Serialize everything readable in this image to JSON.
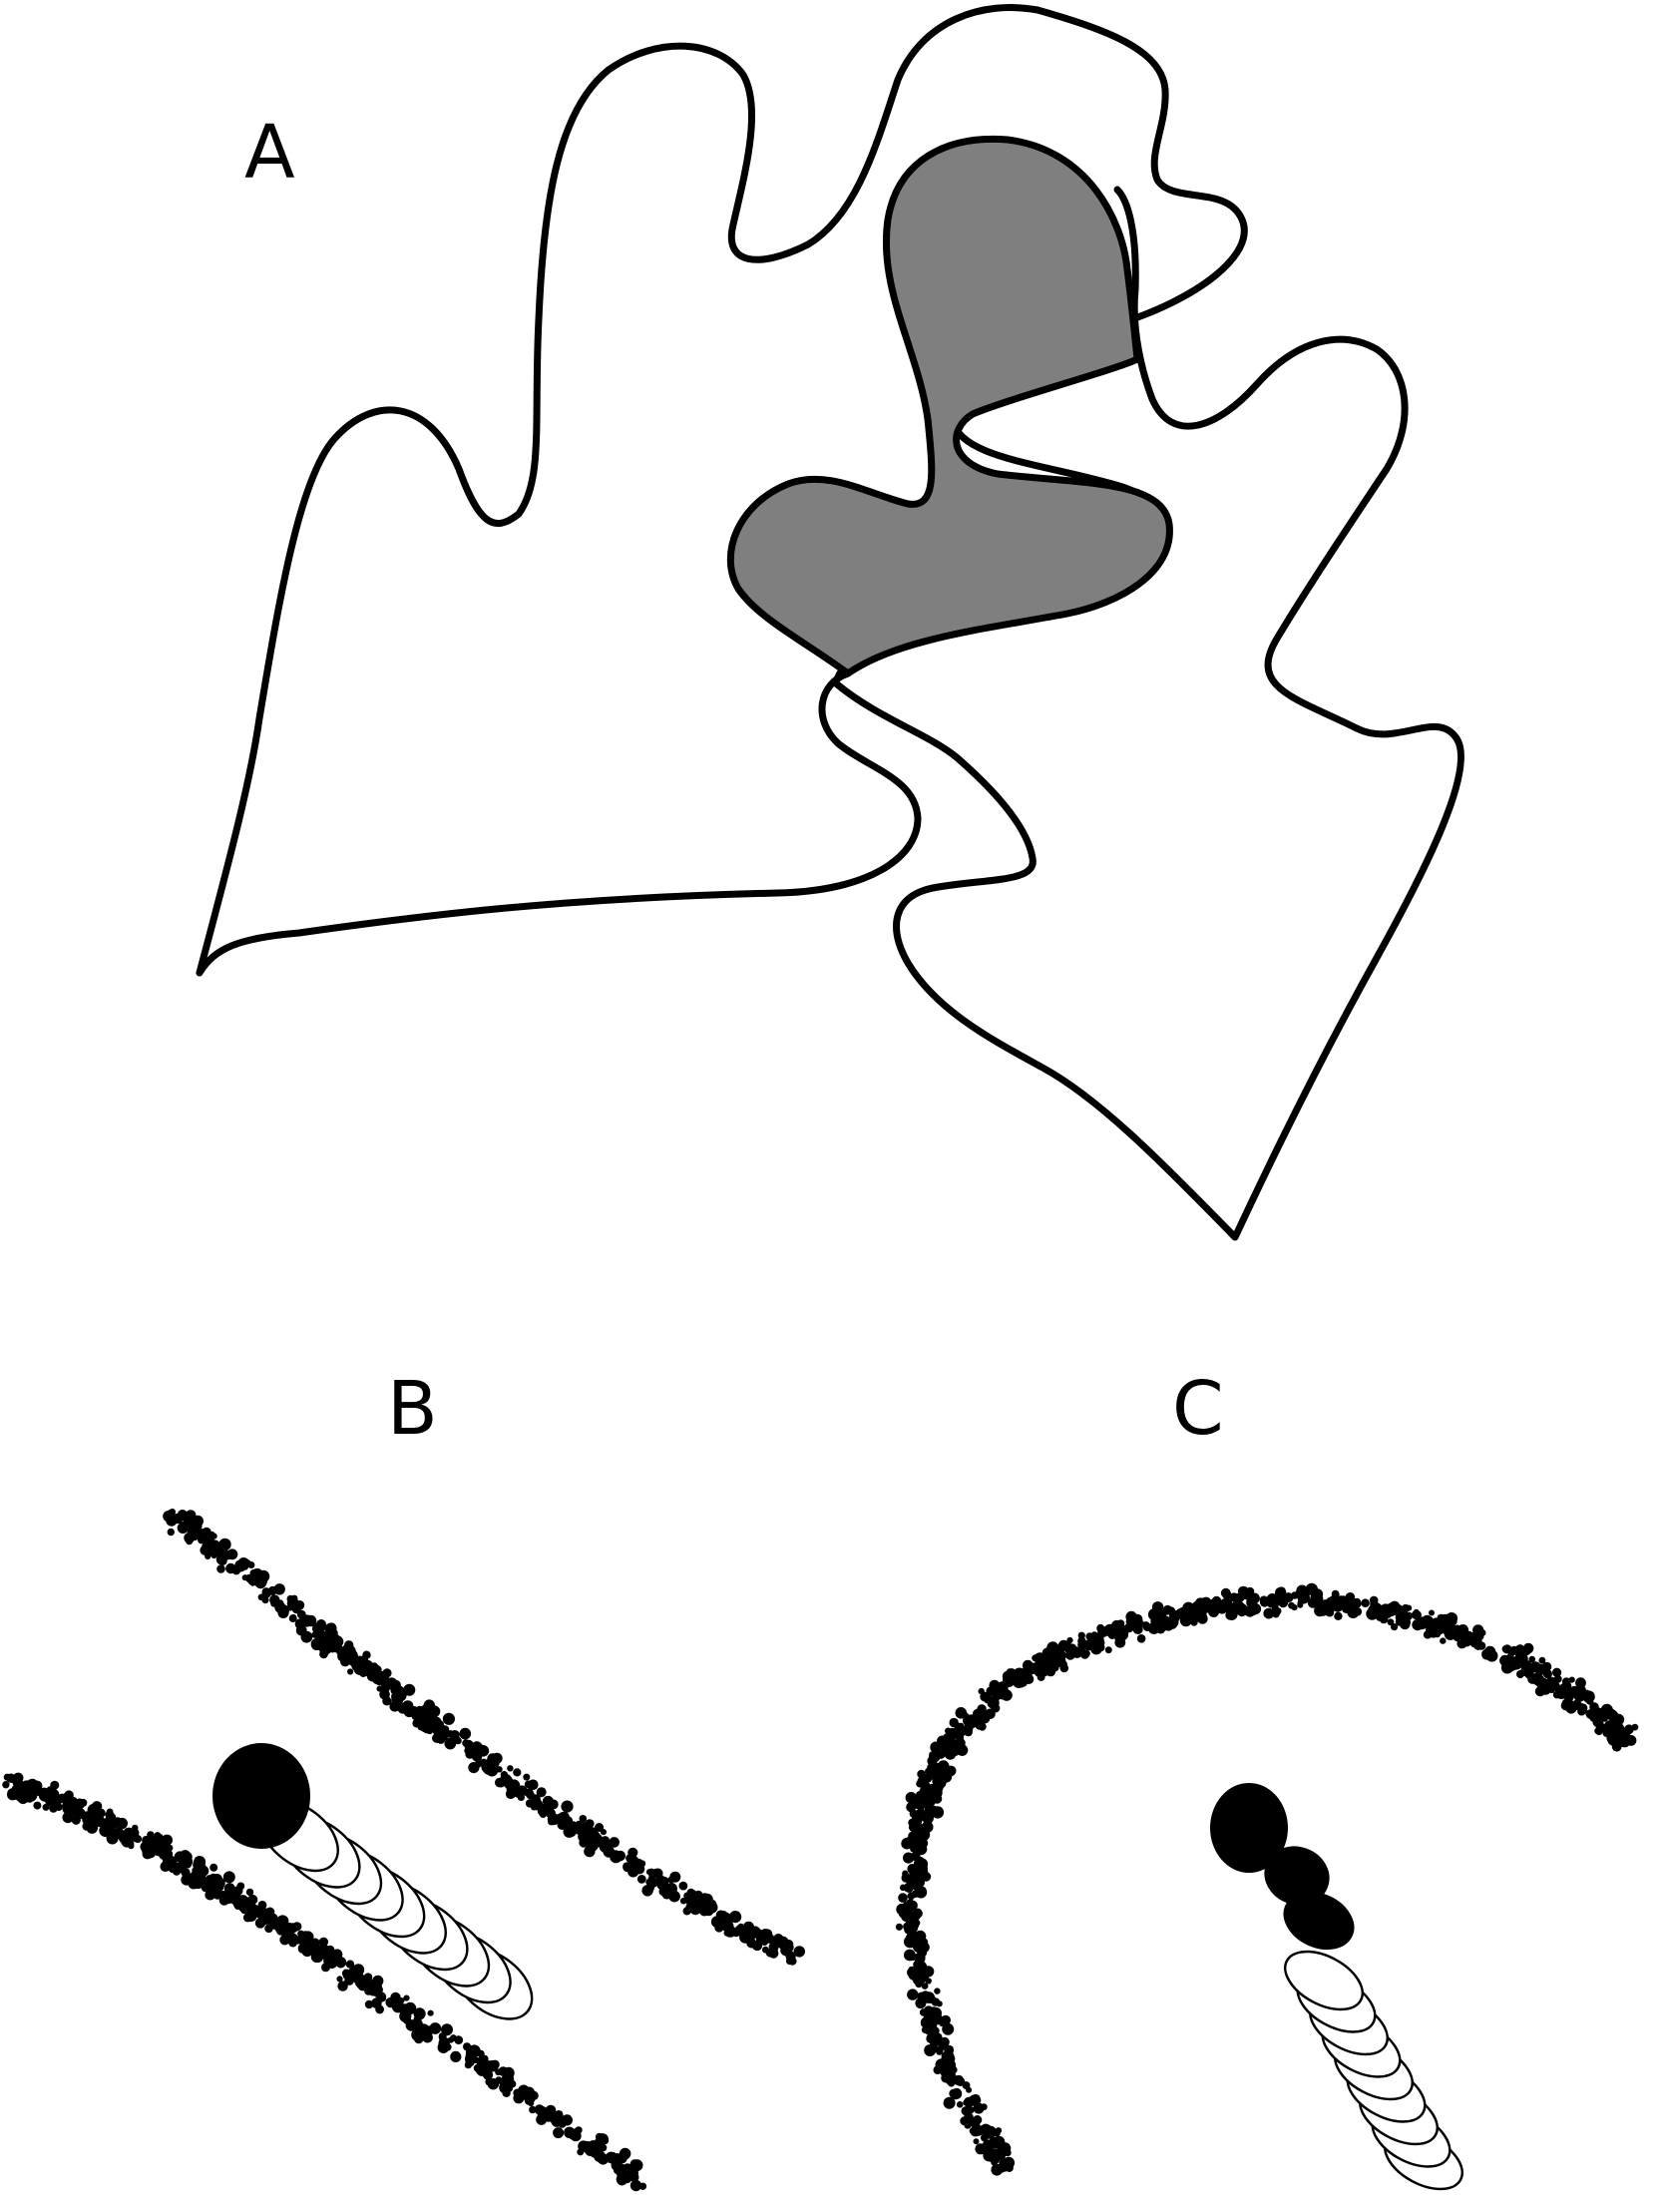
{
  "panels": [
    {
      "id": "A",
      "label": "A"
    },
    {
      "id": "B",
      "label": "B"
    },
    {
      "id": "C",
      "label": "C"
    }
  ],
  "colors": {
    "background": "#ffffff",
    "line": "#000000",
    "overlap_fill": "#7f7f7f",
    "segment_fill": "#ffffff",
    "head_fill": "#000000"
  },
  "panel_B": {
    "segments_white": 10,
    "segments_black": 1,
    "dotted_bands": 2
  },
  "panel_C": {
    "segments_white": 9,
    "segments_black": 3,
    "dotted_bands": 1
  }
}
